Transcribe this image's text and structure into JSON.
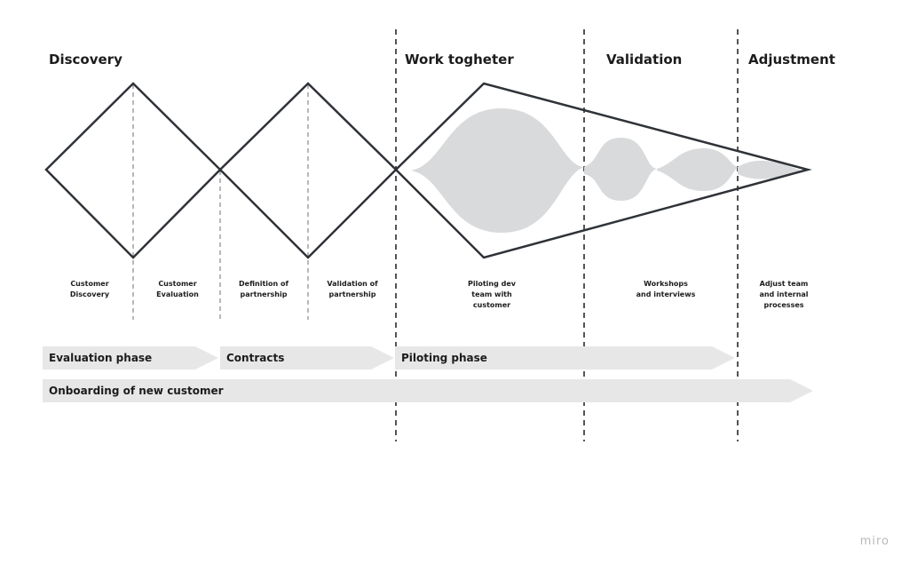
{
  "phases": [
    "Discovery",
    "Work togheter",
    "Validation",
    "Adjustment"
  ],
  "steps": [
    [
      "Customer",
      "Discovery"
    ],
    [
      "Customer",
      "Evaluation"
    ],
    [
      "Definition of",
      "partnership"
    ],
    [
      "Validation of",
      "partnership"
    ],
    [
      "Piloting dev",
      "team with",
      "customer"
    ],
    [
      "Workshops",
      "and interviews"
    ],
    [
      "Adjust team",
      "and internal",
      "processes"
    ]
  ],
  "arrows": {
    "evaluation": "Evaluation phase",
    "contracts": "Contracts",
    "piloting": "Piloting phase",
    "onboarding": "Onboarding of new customer"
  },
  "watermark": "miro",
  "colors": {
    "line": "#2f3338",
    "fill": "#d9dadb",
    "arrow": "#e7e7e7"
  }
}
